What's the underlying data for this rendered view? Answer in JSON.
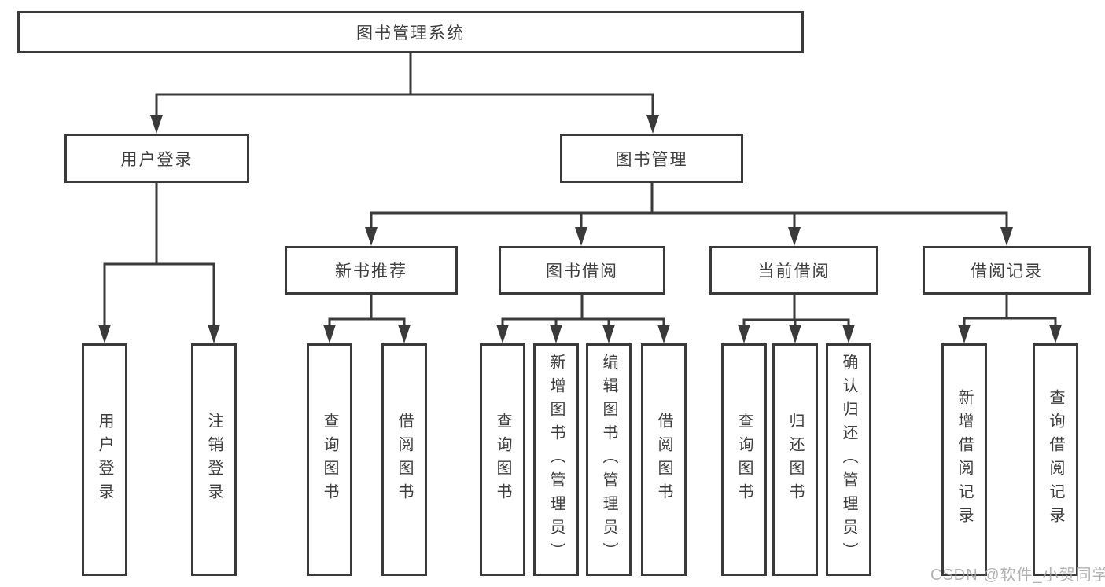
{
  "tree": {
    "root": {
      "label": "图书管理系统"
    },
    "level2": [
      {
        "label": "用户登录"
      },
      {
        "label": "图书管理"
      }
    ],
    "level3": [
      {
        "label": "新书推荐"
      },
      {
        "label": "图书借阅"
      },
      {
        "label": "当前借阅"
      },
      {
        "label": "借阅记录"
      }
    ],
    "leaves": {
      "user_login": [
        {
          "label": "用户登录"
        },
        {
          "label": "注销登录"
        }
      ],
      "new_book_recommendation": [
        {
          "label": "查询图书"
        },
        {
          "label": "借阅图书"
        }
      ],
      "book_borrowing": [
        {
          "label": "查询图书"
        },
        {
          "label": "新增图书（管理员）"
        },
        {
          "label": "编辑图书（管理员）"
        },
        {
          "label": "借阅图书"
        }
      ],
      "current_borrowing": [
        {
          "label": "查询图书"
        },
        {
          "label": "归还图书"
        },
        {
          "label": "确认归还（管理员）"
        }
      ],
      "borrowing_records": [
        {
          "label": "新增借阅记录"
        },
        {
          "label": "查询借阅记录"
        }
      ]
    }
  },
  "watermark": {
    "text": "CSDN @软件_小贺同学"
  },
  "colors": {
    "line": "#3a3a3a",
    "text": "#3d3d3d",
    "background": "#ffffff",
    "watermark": "#a3a3a3"
  }
}
